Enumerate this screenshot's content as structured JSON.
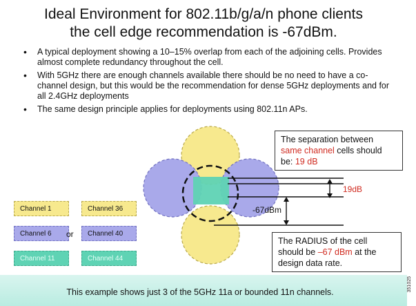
{
  "title": {
    "line1": "Ideal Environment for 802.11b/g/a/n phone clients",
    "line2": "the cell edge recommendation is -67dBm."
  },
  "bullets": [
    "A typical deployment showing a 10–15% overlap from each of the adjoining cells. Provides almost complete redundancy throughout the cell.",
    "With 5GHz there are enough channels available there should be no need to have a co-channel design, but this would be the recommendation for dense 5GHz deployments and for all 2.4GHz deployments",
    "The same design principle applies for deployments using 802.11n APs."
  ],
  "separation_box": {
    "prefix": "The separation between",
    "highlight": "same channel",
    "mid": " cells should",
    "suffix": "be: ",
    "value": "19 dB"
  },
  "radius_box": {
    "prefix": "The RADIUS of the cell",
    "line2_start": "should be ",
    "value": "–67 dBm",
    "line2_end": " at the",
    "line3": "design data rate."
  },
  "diagram_labels": {
    "gap": "19dB",
    "edge": "-67dBm"
  },
  "legend": {
    "left": [
      "Channel 1",
      "Channel 6",
      "Channel 11"
    ],
    "right": [
      "Channel 36",
      "Channel 40",
      "Channel 44"
    ],
    "or": "or"
  },
  "footer": "This example shows just 3 of the 5GHz 11a or bounded 11n channels.",
  "figure_id": "351025",
  "colors": {
    "yellow": "#f7e98e",
    "purple": "#a9a9ea",
    "green": "#5fd3b4",
    "accent_red": "#d02b20"
  }
}
